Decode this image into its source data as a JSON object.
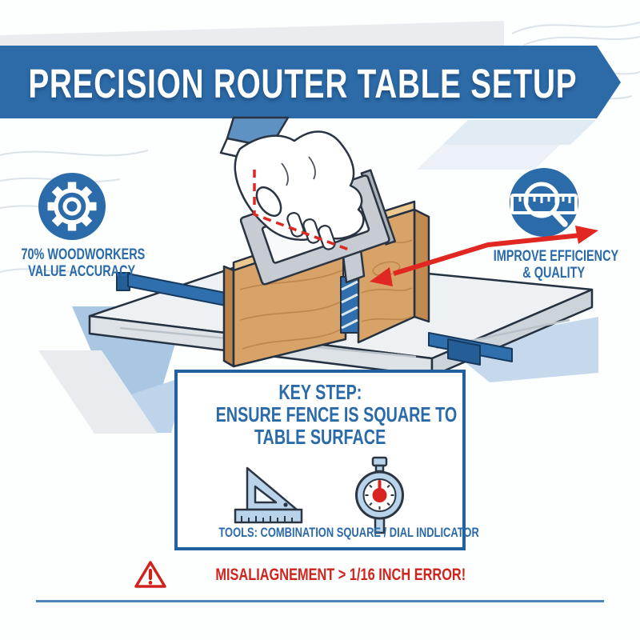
{
  "title": "PRECISION ROUTER TABLE SETUP",
  "stats": {
    "left": {
      "icon": "gear-icon",
      "line1": "70% WOODWORKERS",
      "line2": "VALUE ACCURACY"
    },
    "right": {
      "icon": "magnifier-ruler-icon",
      "line1": "IMPROVE EFFICIENCY",
      "line2": "& QUALITY"
    }
  },
  "key_step": {
    "heading": [
      "KEY STEP:",
      "ENSURE FENCE IS SQUARE TO",
      "TABLE SURFACE"
    ],
    "icons": [
      "speed-square-icon",
      "dial-indicator-icon"
    ],
    "tools": "TOOLS: COMBINATION SQUARE / DIAL INDLICATOR"
  },
  "warning": {
    "icon": "warning-triangle-icon",
    "text": "MISALIAGNEMENT > 1/16 INCH ERROR!"
  },
  "illustration_icons": [
    "machinist-square",
    "hand",
    "router-bit",
    "fence-boards",
    "miter-track",
    "double-arrow",
    "square-check-dashed-line"
  ],
  "colors": {
    "banner_blue": "#2c6ba8",
    "text_blue": "#2b6aa8",
    "warning_red": "#d0231e",
    "arrow_red": "#e02722",
    "decor_light_blue": "#a9c6e2",
    "wood_mid": "#d8a368",
    "wood_light": "#eac88f",
    "steel_gray": "#c7ccd2",
    "table_gray": "#eef1f3"
  }
}
